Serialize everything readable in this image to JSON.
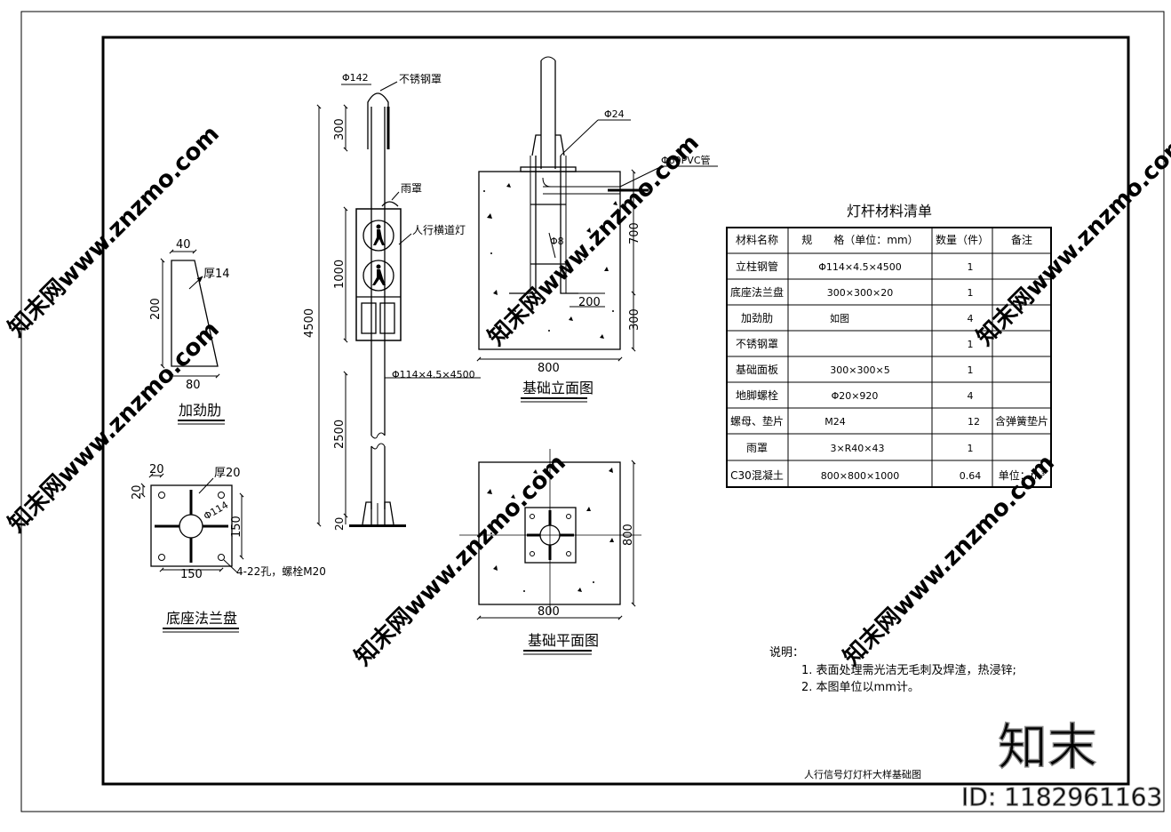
{
  "sheet": {
    "title": "人行信号灯灯杆大样基础图",
    "brand_logo_text": "知末",
    "id_label": "ID: 1182961163",
    "watermark_text": "知末网www.znzmo.com"
  },
  "pole": {
    "top_dia": "Φ142",
    "cover_label": "不锈钢罩",
    "rain_cover": "雨罩",
    "light_label": "人行横道灯",
    "pipe_spec": "Φ114×4.5×4500",
    "dims": {
      "top": "300",
      "light": "1000",
      "total": "4500",
      "bottom": "2500",
      "base": "20"
    }
  },
  "rib": {
    "title": "加劲肋",
    "thickness": "厚14",
    "top_w": "40",
    "height": "200",
    "bottom_w": "80"
  },
  "flange": {
    "title": "底座法兰盘",
    "thickness": "厚20",
    "dim_20a": "20",
    "dim_20b": "20",
    "dia": "Φ114",
    "width": "150",
    "height": "150",
    "holes": "4-22孔，螺栓M20"
  },
  "foundation_elevation": {
    "title": "基础立面图",
    "bolt": "Φ24",
    "pvc": "Φ60PVC管",
    "rebar": "Φ8",
    "depth_top": "700",
    "depth_bottom": "300",
    "hook": "200",
    "width": "800"
  },
  "foundation_plan": {
    "title": "基础平面图",
    "width": "800",
    "height": "800"
  },
  "materials": {
    "title": "灯杆材料清单",
    "headers": [
      "材料名称",
      "规　　格（单位：mm）",
      "数量（件）",
      "备注"
    ],
    "rows": [
      [
        "立柱钢管",
        "Φ114×4.5×4500",
        "1",
        ""
      ],
      [
        "底座法兰盘",
        "300×300×20",
        "1",
        ""
      ],
      [
        "加劲肋",
        "如图",
        "4",
        ""
      ],
      [
        "不锈钢罩",
        "",
        "1",
        ""
      ],
      [
        "基础面板",
        "300×300×5",
        "1",
        ""
      ],
      [
        "地脚螺栓",
        "Φ20×920",
        "4",
        ""
      ],
      [
        "螺母、垫片",
        "M24",
        "12",
        "含弹簧垫片"
      ],
      [
        "雨罩",
        "3×R40×43",
        "1",
        ""
      ],
      [
        "C30混凝土",
        "800×800×1000",
        "0.64",
        "单位：m³"
      ]
    ]
  },
  "notes": {
    "heading": "说明：",
    "items": [
      "1. 表面处理需光洁无毛刺及焊渣，热浸锌;",
      "2. 本图单位以mm计。"
    ]
  }
}
